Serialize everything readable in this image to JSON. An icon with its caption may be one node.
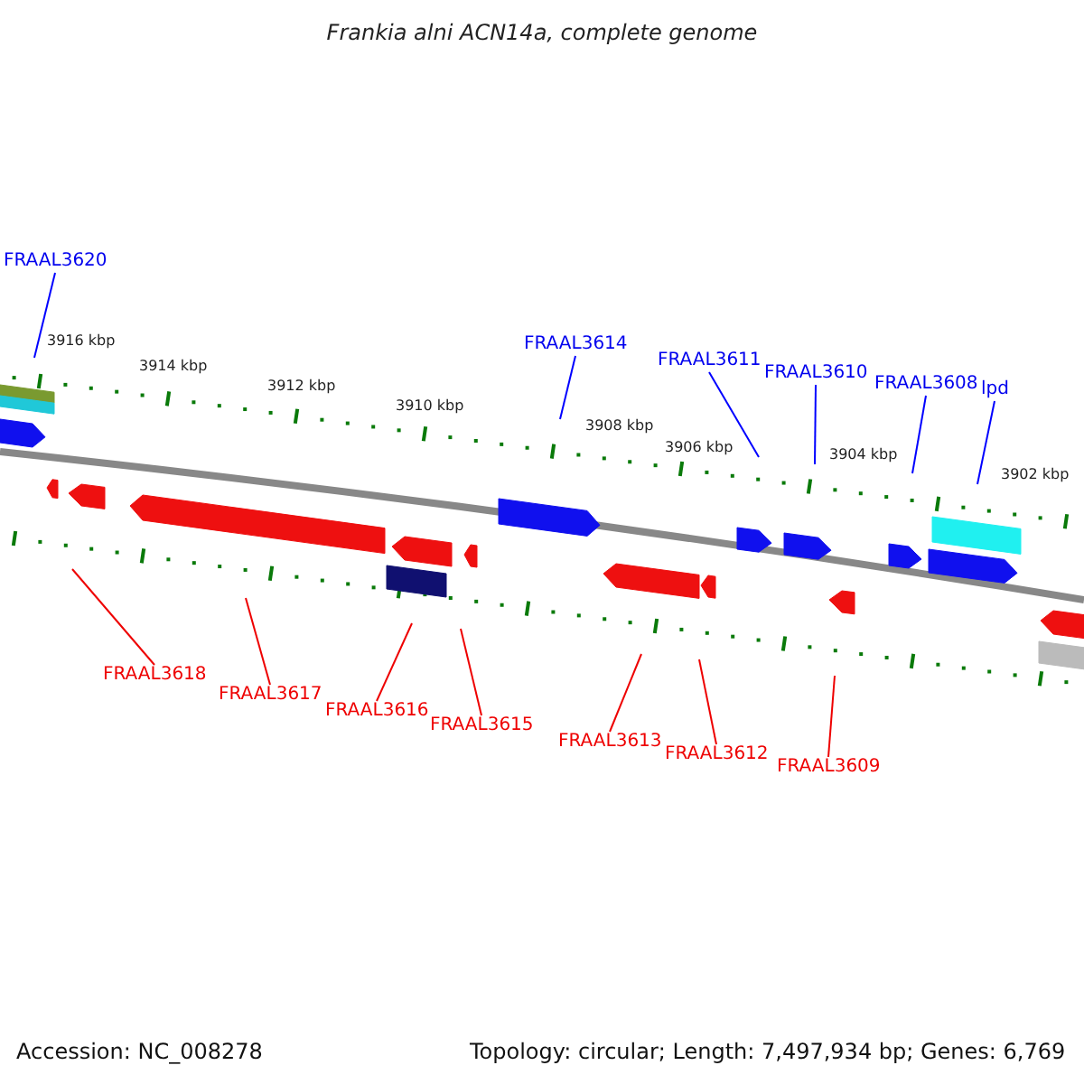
{
  "diagram": {
    "title": "Frankia alni ACN14a, complete genome",
    "nodes": [
      {
        "text": [
          "FRAAL3620"
        ]
      },
      {
        "text": [
          "FRAAL3614"
        ]
      },
      {
        "text": [
          "FRAAL3611"
        ]
      },
      {
        "text": [
          "FRAAL3610"
        ]
      },
      {
        "text": [
          "FRAAL3608"
        ]
      },
      {
        "text": [
          "lpd"
        ]
      },
      {
        "text": [
          "FRAAL3618"
        ]
      },
      {
        "text": [
          "FRAAL3617"
        ]
      },
      {
        "text": [
          "FRAAL3616"
        ]
      },
      {
        "text": [
          "FRAAL3615"
        ]
      },
      {
        "text": [
          "FRAAL3613"
        ]
      },
      {
        "text": [
          "FRAAL3612"
        ]
      },
      {
        "text": [
          "FRAAL3609"
        ]
      }
    ],
    "edges": [
      {
        "from": 0,
        "to": null,
        "arrow": "none",
        "color": "#0000ff"
      },
      {
        "from": 1,
        "to": null,
        "arrow": "none",
        "color": "#0000ff"
      },
      {
        "from": 2,
        "to": null,
        "arrow": "none",
        "color": "#0000ff"
      },
      {
        "from": 3,
        "to": null,
        "arrow": "none",
        "color": "#0000ff"
      },
      {
        "from": 4,
        "to": null,
        "arrow": "none",
        "color": "#0000ff"
      },
      {
        "from": 5,
        "to": null,
        "arrow": "none",
        "color": "#0000ff"
      },
      {
        "from": 6,
        "to": null,
        "arrow": "none"
      },
      {
        "from": 7,
        "to": null,
        "arrow": "none"
      },
      {
        "from": 8,
        "to": null,
        "arrow": "none"
      },
      {
        "from": 9,
        "to": null,
        "arrow": "none"
      },
      {
        "from": 10,
        "to": null,
        "arrow": "none"
      },
      {
        "from": 11,
        "to": null,
        "arrow": "none"
      },
      {
        "from": 12,
        "to": null,
        "arrow": "none"
      }
    ],
    "labels": [
      "3916 kbp",
      "3914 kbp",
      "3912 kbp",
      "3910 kbp",
      "3908 kbp",
      "3906 kbp",
      "3904 kbp",
      "3902 kbp",
      "Accession: NC_008278",
      "Topology: circular; Length: 7,497,934 bp; Genes: 6,769"
    ]
  }
}
